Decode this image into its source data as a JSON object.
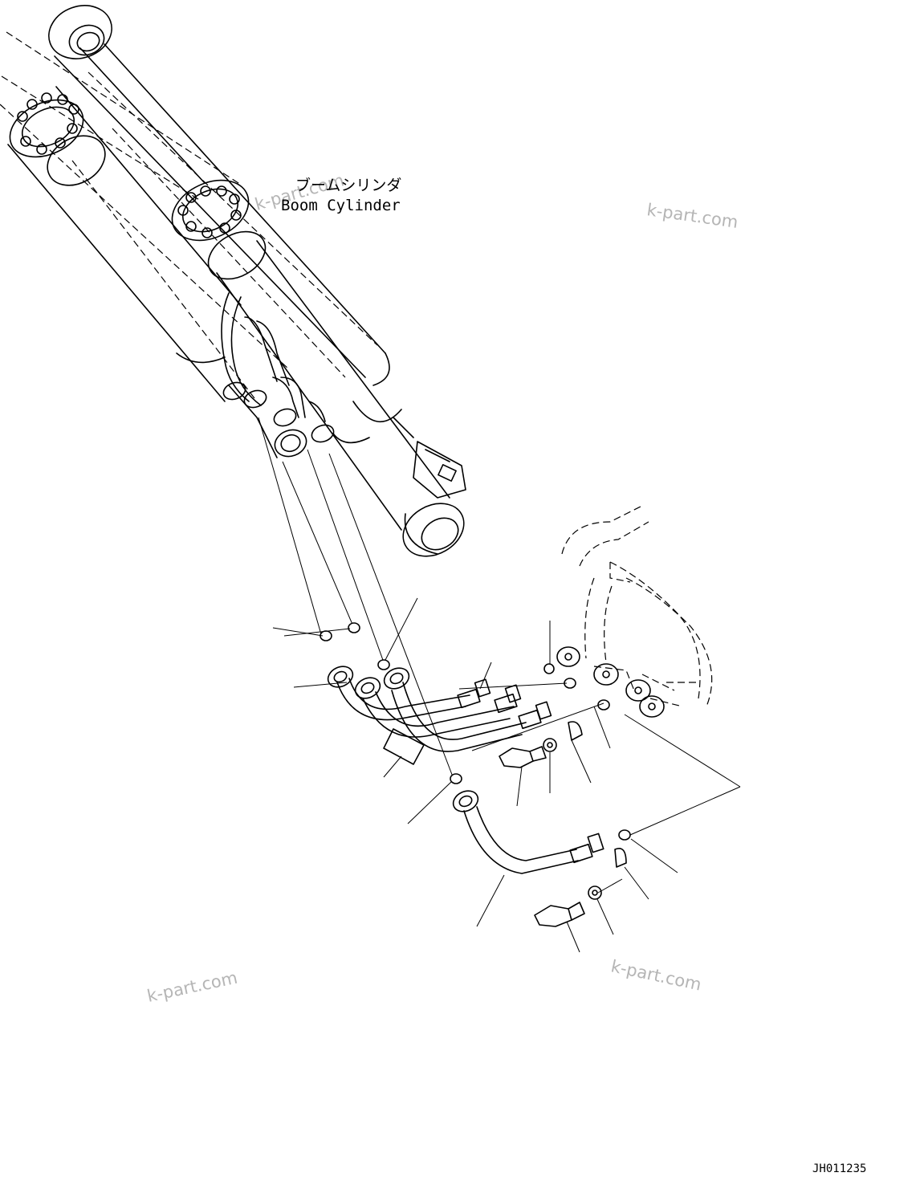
{
  "labels": {
    "title_jp": "ブームシリンダ",
    "title_en": "Boom Cylinder",
    "drawing_id": "JH011235"
  },
  "watermark": "k-part.com"
}
